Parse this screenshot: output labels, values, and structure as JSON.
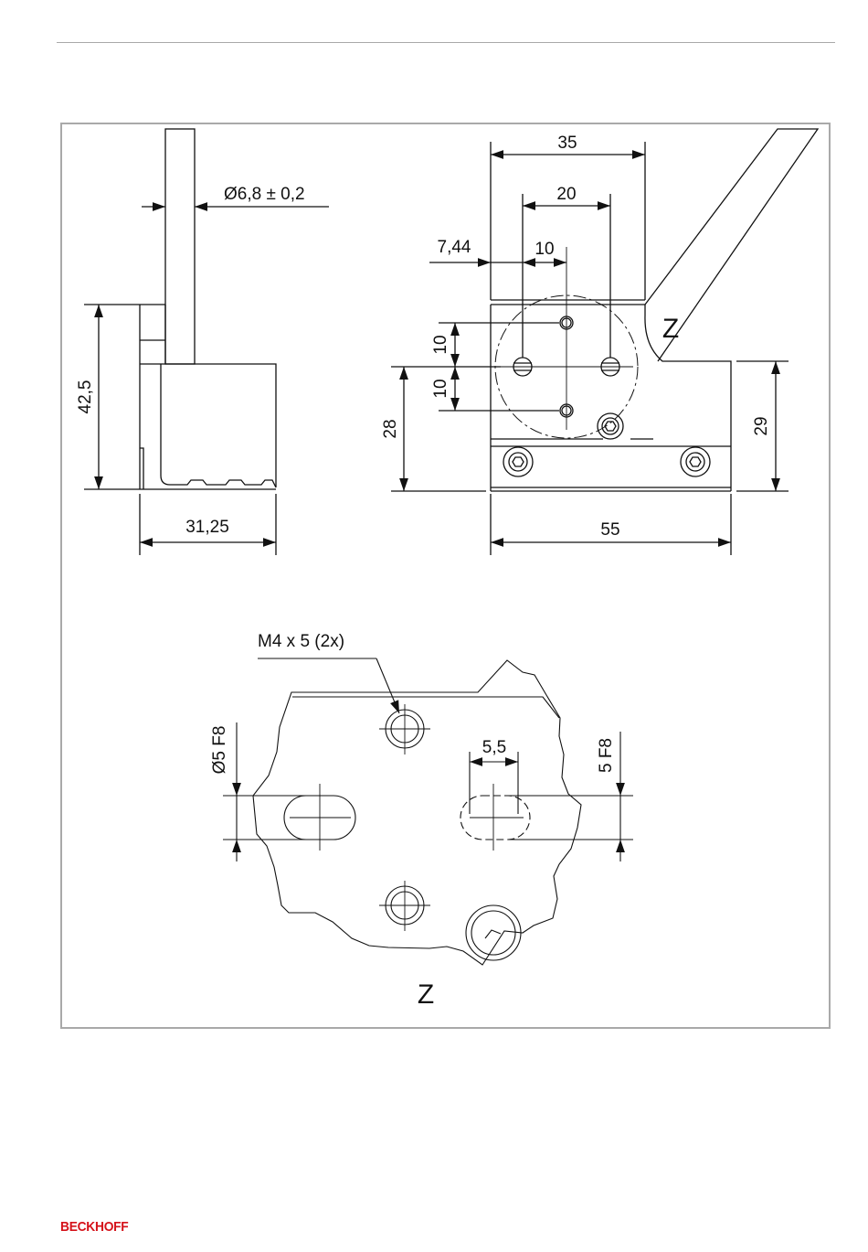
{
  "views": {
    "side": {
      "diameter": "Ø6,8 ± 0,2",
      "height": "42,5",
      "width": "31,25"
    },
    "front": {
      "dim_35": "35",
      "dim_20": "20",
      "dim_744": "7,44",
      "dim_10_h": "10",
      "dim_10_v_upper": "10",
      "dim_10_v_lower": "10",
      "dim_28": "28",
      "dim_29": "29",
      "dim_55": "55",
      "detail_marker": "Z"
    },
    "detail": {
      "thread_note": "M4 x 5 (2x)",
      "bore_diameter": "Ø5 F8",
      "slot_width": "5 F8",
      "slot_length": "5,5",
      "title": "Z"
    }
  },
  "footer": {
    "brand": "BECKHOFF",
    "brand_color": "#d5121a"
  },
  "colors": {
    "frame": "#a9a9a9",
    "line": "#111111"
  }
}
